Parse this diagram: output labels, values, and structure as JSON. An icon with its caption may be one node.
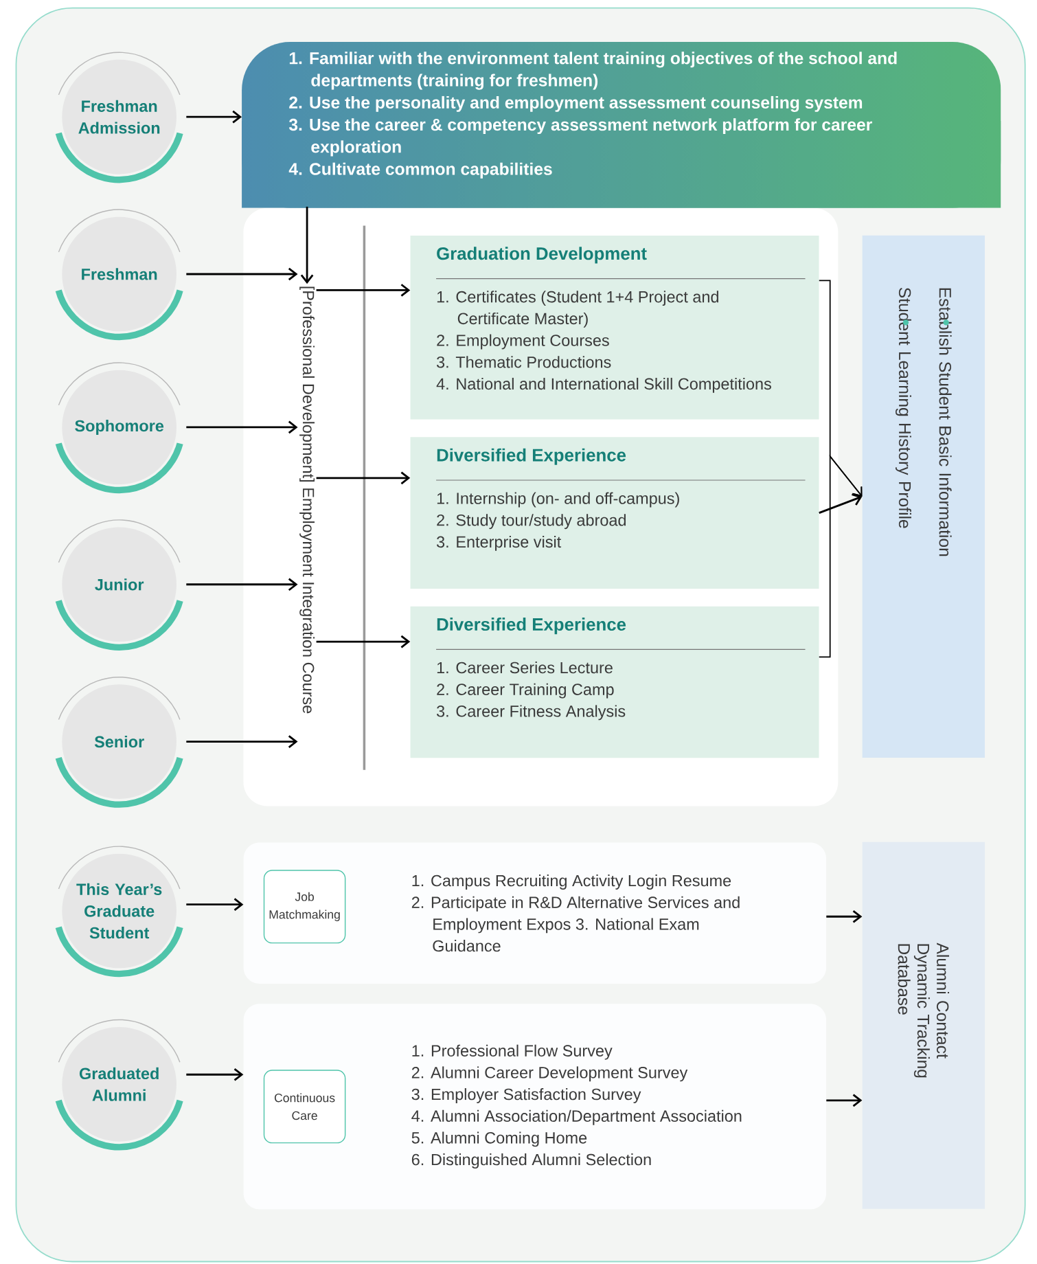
{
  "diagram": {
    "nodes": [
      {
        "text": [
          "Freshman Admission"
        ]
      },
      {
        "text": [
          "Freshman"
        ]
      },
      {
        "text": [
          "Sophomore"
        ]
      },
      {
        "text": [
          "Junior"
        ]
      },
      {
        "text": [
          "Senior"
        ]
      },
      {
        "text": [
          "This Year’s Graduate Student"
        ]
      },
      {
        "text": [
          "Graduated Alumni"
        ]
      },
      {
        "text": [
          "1. Familiar with the environment talent training objectives of the school and departments (training for freshmen)",
          "2. Use the personality and employment assessment counseling system",
          "3. Use the career & competency assessment network platform for career exploration",
          "4. Cultivate common capabilities"
        ]
      },
      {
        "text": [
          "[Professional Development] Employment Integration Course"
        ]
      },
      {
        "text": [
          "Graduation Development",
          "1. Certificates (Student 1+4 Project and Certificate Master)",
          "2. Employment Courses",
          "3. Thematic Productions",
          "4. National and International Skill Competitions"
        ]
      },
      {
        "text": [
          "Diversified Experience",
          "1. Internship (on- and off-campus)",
          "2. Study tour/study abroad",
          "3. Enterprise visit"
        ]
      },
      {
        "text": [
          "Diversified Experience",
          "1. Career Series Lecture",
          "2. Career Training Camp",
          "3. Career Fitness Analysis"
        ]
      },
      {
        "text": [
          "Establish Student Basic Information",
          "Student Learning History Profile"
        ]
      },
      {
        "text": [
          "1. Campus Recruiting Activity Login Resume",
          "2. Participate in R&D Alternative Services and Employment Expos 3. National Exam Guidance"
        ]
      },
      {
        "text": [
          "Job Matchmaking"
        ],
        "in": 13
      },
      {
        "text": [
          "1. Professional Flow Survey",
          "2. Alumni Career Development Survey",
          "3. Employer Satisfaction Survey",
          "4. Alumni Association/Department Association",
          "5. Alumni Coming Home",
          "6. Distinguished Alumni Selection"
        ]
      },
      {
        "text": [
          "Continuous Care"
        ],
        "in": 15
      },
      {
        "text": [
          "Alumni Contact Dynamic Tracking Database"
        ]
      }
    ],
    "edges": [
      {
        "from": 0,
        "to": 7,
        "arrow": "to"
      },
      {
        "from": 1,
        "to": 8,
        "arrow": "to"
      },
      {
        "from": 2,
        "to": 8,
        "arrow": "to"
      },
      {
        "from": 3,
        "to": 8,
        "arrow": "to"
      },
      {
        "from": 4,
        "to": 8,
        "arrow": "to"
      },
      {
        "from": 7,
        "to": 8,
        "arrow": "to"
      },
      {
        "from": 8,
        "to": 9,
        "arrow": "to"
      },
      {
        "from": 8,
        "to": 10,
        "arrow": "to"
      },
      {
        "from": 8,
        "to": 11,
        "arrow": "to"
      },
      {
        "from": 9,
        "to": 12,
        "arrow": "to"
      },
      {
        "from": 10,
        "to": 12,
        "arrow": "to"
      },
      {
        "from": 11,
        "to": 12,
        "arrow": "to"
      },
      {
        "from": 5,
        "to": 13,
        "arrow": "to"
      },
      {
        "from": 6,
        "to": 15,
        "arrow": "to"
      },
      {
        "from": 13,
        "to": 17,
        "arrow": "to"
      },
      {
        "from": 15,
        "to": 17,
        "arrow": "to"
      }
    ]
  }
}
